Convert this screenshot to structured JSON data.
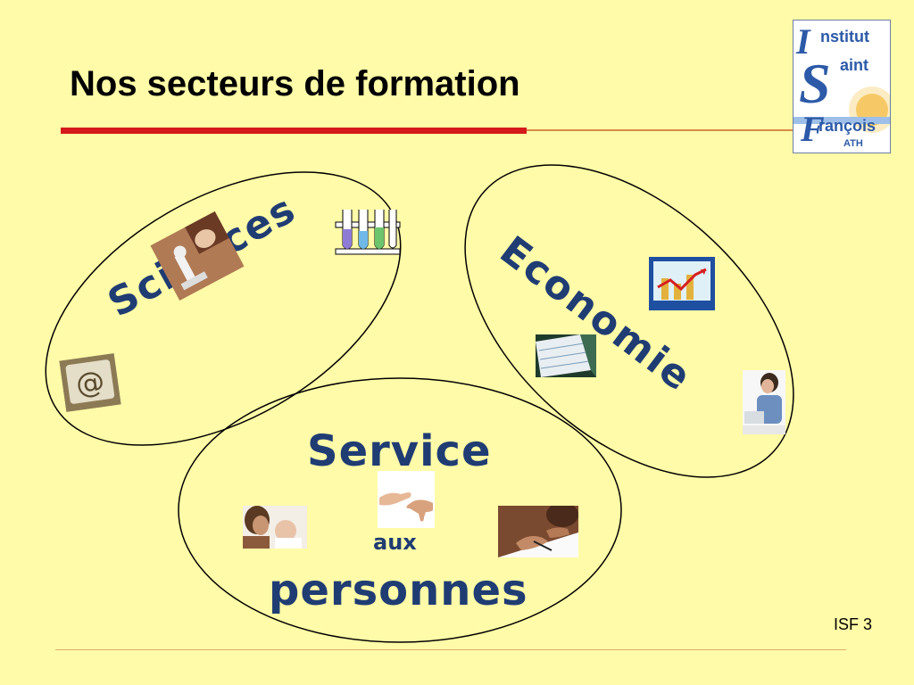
{
  "slide": {
    "title": "Nos secteurs de formation",
    "page_number": "ISF 3"
  },
  "logo": {
    "line1_initial": "I",
    "line1_rest": "nstitut",
    "line2_initial": "S",
    "line2_rest": "aint",
    "line3_initial": "F",
    "line3_rest": "rançois",
    "line4": "ATH"
  },
  "sectors": {
    "sciences": "Sciences",
    "economie": "Economie",
    "service": "Service",
    "aux": "aux",
    "personnes": "personnes"
  },
  "icons": [
    "microscope-photo-icon",
    "test-tubes-icon",
    "at-sign-keyboard-icon",
    "growth-chart-icon",
    "spreadsheet-icon",
    "office-worker-photo-icon",
    "helping-hands-icon",
    "mother-child-photo-icon",
    "writing-hands-photo-icon"
  ],
  "colors": {
    "background": "#FFFBA8",
    "title_rule": "#D41A1A",
    "sector_text": "#1F3C73",
    "logo_blue": "#2C5AA8"
  }
}
